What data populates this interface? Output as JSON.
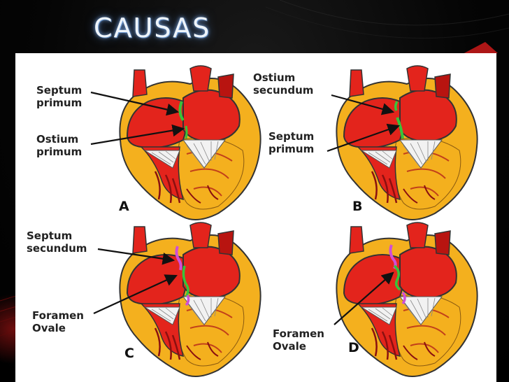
{
  "slide": {
    "title": "CAUSAS"
  },
  "panels": [
    {
      "letter": "A",
      "label_top": "Septum\nprimum",
      "label_bottom": "Ostium\nprimum"
    },
    {
      "letter": "B",
      "label_top": "Ostium\nsecundum",
      "label_bottom": "Septum\nprimum"
    },
    {
      "letter": "C",
      "label_top": "Septum\nsecundum",
      "label_bottom": "Foramen\nOvale"
    },
    {
      "letter": "D",
      "label_bottom": "Foramen\nOvale"
    }
  ],
  "colors": {
    "background": "#000000",
    "panel": "#ffffff",
    "heart_red": "#e3241c",
    "heart_dark": "#b81410",
    "heart_yellow": "#f4b01e",
    "septum_primum": "#38c43a",
    "septum_secundum": "#d04fd6"
  }
}
